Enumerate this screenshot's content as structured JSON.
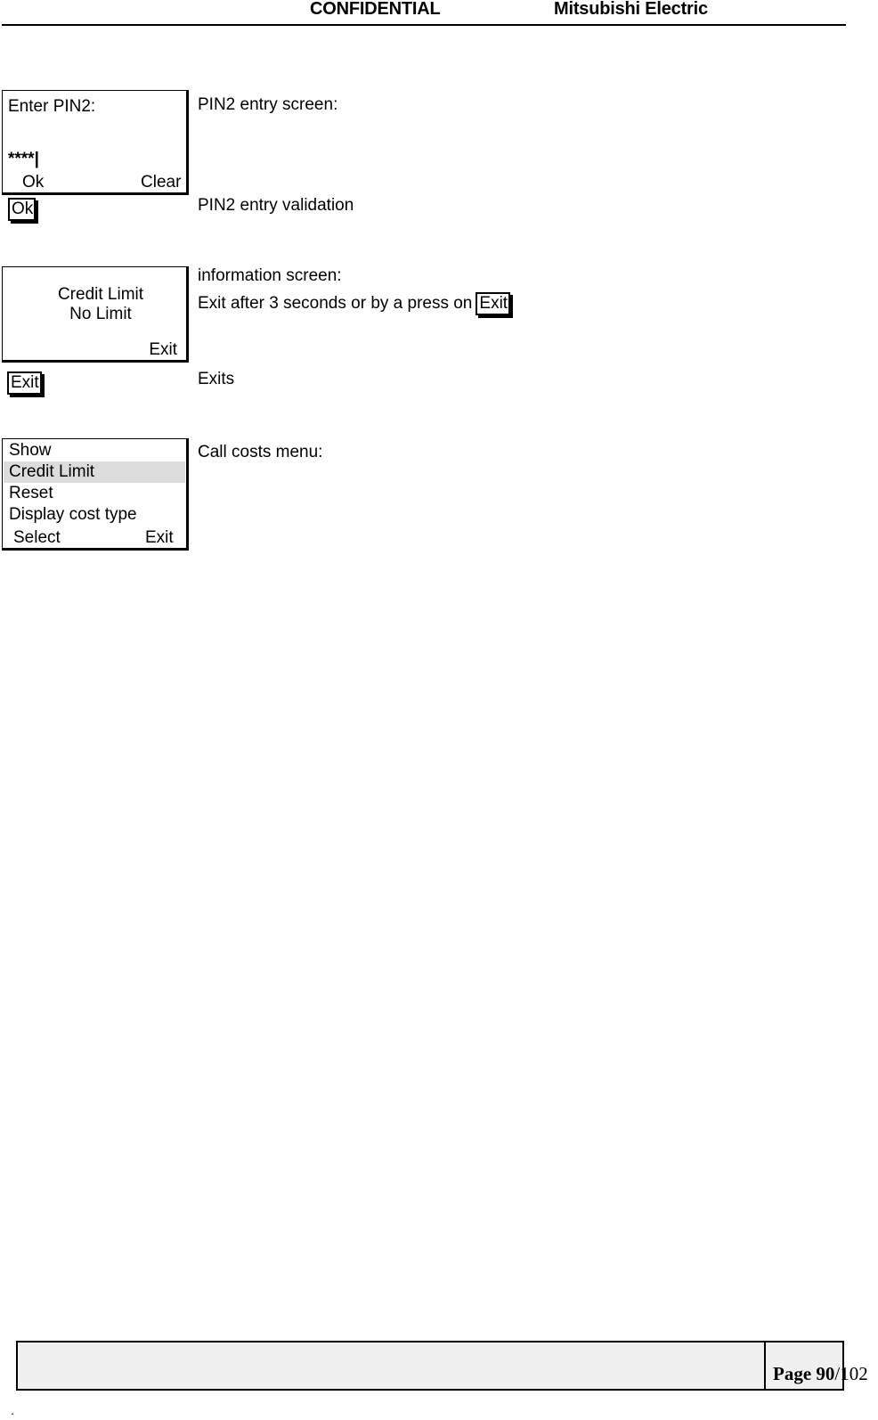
{
  "header": {
    "classification": "CONFIDENTIAL",
    "company": "Mitsubishi Electric"
  },
  "sections": [
    {
      "id": "pin2-entry",
      "screen": {
        "title": "Enter PIN2:",
        "entry_value": "****|",
        "softkey_left": "Ok",
        "softkey_right": "Clear"
      },
      "key_badge": "Ok",
      "annotation_screen": "PIN2 entry screen:",
      "annotation_key": "PIN2 entry validation"
    },
    {
      "id": "credit-limit-info",
      "screen": {
        "line1": "Credit Limit",
        "line2": "No Limit",
        "softkey_right": "Exit"
      },
      "key_badge": "Exit",
      "annotation_screen": "information screen:",
      "annotation_screen_2_prefix": "Exit after 3 seconds or by a press on",
      "annotation_screen_2_badge": "Exit",
      "annotation_key": "Exits"
    },
    {
      "id": "call-costs-menu",
      "screen": {
        "items": [
          {
            "label": "Show",
            "selected": false
          },
          {
            "label": "Credit Limit",
            "selected": true
          },
          {
            "label": "Reset",
            "selected": false
          },
          {
            "label": "Display cost type",
            "selected": false
          }
        ],
        "softkey_left": "Select",
        "softkey_right": "Exit"
      },
      "annotation_screen": "Call costs menu:"
    }
  ],
  "footer": {
    "page_label": "Page 90",
    "page_separator": "/",
    "page_total": "102",
    "trailing_mark": "."
  }
}
